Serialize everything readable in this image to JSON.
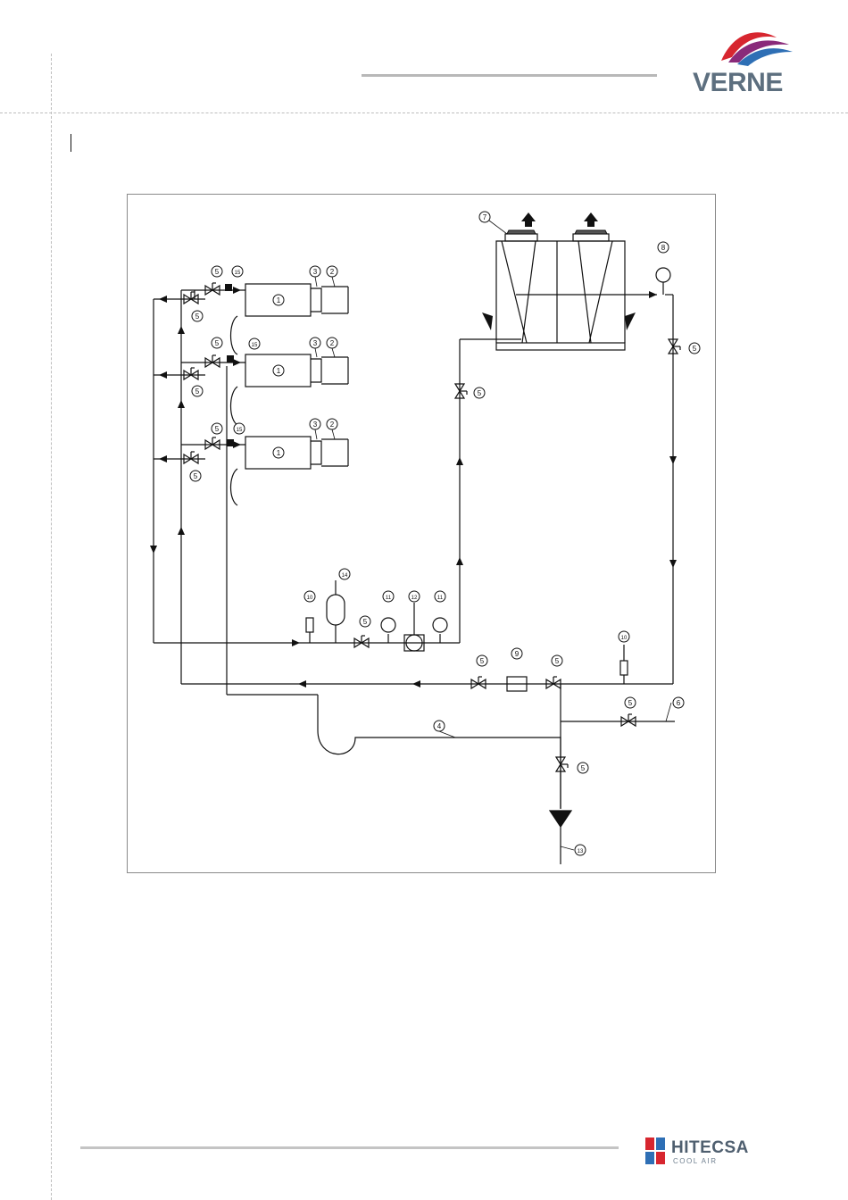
{
  "header": {
    "brand": "VERNE"
  },
  "footer": {
    "brand": "HITECSA",
    "tagline": "COOL AIR"
  },
  "diagram": {
    "labels": {
      "unit": "1",
      "item2": "2",
      "item3": "3",
      "item4": "4",
      "item5": "5",
      "item6": "6",
      "item7": "7",
      "item8": "8",
      "item9": "9",
      "item10": "10",
      "item11": "11",
      "item12": "12",
      "item13": "13",
      "item14": "14",
      "item15": "15"
    }
  }
}
